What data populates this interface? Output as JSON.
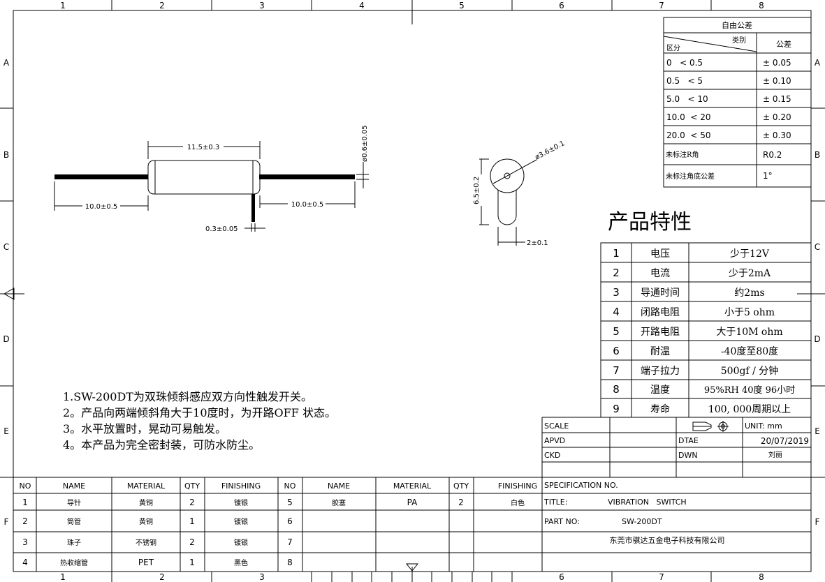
{
  "frame": {
    "col_numbers": [
      "1",
      "2",
      "3",
      "4",
      "5",
      "6",
      "7",
      "8"
    ],
    "row_letters": [
      "A",
      "B",
      "C",
      "D",
      "E",
      "F"
    ]
  },
  "tolerance_table": {
    "title": "自由公差",
    "header_category": "类别",
    "header_range": "区分",
    "header_tolerance": "公差",
    "rows": [
      {
        "range": "0   < 0.5",
        "tol": "± 0.05"
      },
      {
        "range": "0.5   < 5",
        "tol": "± 0.10"
      },
      {
        "range": "5.0   < 10",
        "tol": "± 0.15"
      },
      {
        "range": "10.0  < 20",
        "tol": "± 0.20"
      },
      {
        "range": "20.0  < 50",
        "tol": "± 0.30"
      }
    ],
    "r_label": "未标注R角",
    "r_value": "R0.2",
    "angle_label": "未标注角底公差",
    "angle_value": "1°"
  },
  "dimensions": {
    "body_length": "11.5±0.3",
    "lead_left": "10.0±0.5",
    "lead_right": "10.0±0.5",
    "lead_diameter": "ø0.6±0.05",
    "tab_thickness": "0.3±0.05",
    "end_diameter": "ø3.6±0.1",
    "end_height": "6.5±0.2",
    "end_tab_width": "2±0.1"
  },
  "characteristics": {
    "title": "产品特性",
    "rows": [
      {
        "no": "1",
        "item": "电压",
        "value": "少于12V"
      },
      {
        "no": "2",
        "item": "电流",
        "value": "少于2mA"
      },
      {
        "no": "3",
        "item": "导通时间",
        "value": "约2ms"
      },
      {
        "no": "4",
        "item": "闭路电阻",
        "value": "小于5 ohm"
      },
      {
        "no": "5",
        "item": "开路电阻",
        "value": "大于10M ohm"
      },
      {
        "no": "6",
        "item": "耐温",
        "value": "-40度至80度"
      },
      {
        "no": "7",
        "item": "端子拉力",
        "value": "500gf / 分钟"
      },
      {
        "no": "8",
        "item": "温度",
        "value": "95%RH  40度 96小时"
      },
      {
        "no": "9",
        "item": "寿命",
        "value": "100, 000周期以上"
      }
    ]
  },
  "notes": [
    "1.SW-200DT为双珠倾斜感应双方向性触发开关。",
    "2。产品向两端倾斜角大于10度时，为开路OFF 状态。",
    "3。水平放置时，晃动可易触发。",
    "4。本产品为完全密封装，可防水防尘。"
  ],
  "title_block": {
    "scale_label": "SCALE",
    "unit": "UNIT: mm",
    "apvd_label": "APVD",
    "date_label": "DTAE",
    "date_value": "20/07/2019",
    "ckd_label": "CKD",
    "dwn_label": "DWN",
    "dwn_value": "刘丽",
    "spec_label": "SPECIFICATION  NO.",
    "title_label": "TITLE:",
    "title_value": "VIBRATION   SWITCH",
    "part_label": "PART NO:",
    "part_value": "SW-200DT",
    "company": "东莞市骐达五金电子科技有限公司"
  },
  "bom": {
    "headers": [
      "NO",
      "NAME",
      "MATERIAL",
      "QTY",
      "FINISHING"
    ],
    "left_rows": [
      {
        "no": "1",
        "name": "导针",
        "material": "黄铜",
        "qty": "2",
        "finishing": "镀银"
      },
      {
        "no": "2",
        "name": "筒管",
        "material": "黄铜",
        "qty": "1",
        "finishing": "镀银"
      },
      {
        "no": "3",
        "name": "珠子",
        "material": "不锈钢",
        "qty": "2",
        "finishing": "镀银"
      },
      {
        "no": "4",
        "name": "热收缩管",
        "material": "PET",
        "qty": "1",
        "finishing": "黑色"
      }
    ],
    "right_rows": [
      {
        "no": "5",
        "name": "胶塞",
        "material": "PA",
        "qty": "2",
        "finishing": "白色"
      },
      {
        "no": "6",
        "name": "",
        "material": "",
        "qty": "",
        "finishing": ""
      },
      {
        "no": "7",
        "name": "",
        "material": "",
        "qty": "",
        "finishing": ""
      },
      {
        "no": "8",
        "name": "",
        "material": "",
        "qty": "",
        "finishing": ""
      }
    ]
  }
}
